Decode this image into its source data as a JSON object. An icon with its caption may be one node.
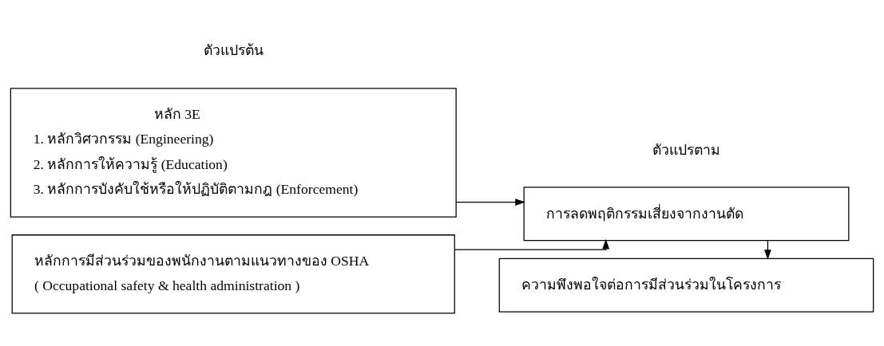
{
  "diagram": {
    "nodes": [
      {
        "text": [
          "หลัก 3E",
          "1. หลักวิศวกรรม (Engineering)",
          "2. หลักการให้ความรู้ (Education)",
          "3. หลักการบังคับใช้หรือให้ปฏิบัติตามกฎ (Enforcement)"
        ]
      },
      {
        "text": [
          "หลักการมีส่วนร่วมของพนักงานตามแนวทางของ OSHA",
          "( Occupational safety & health administration )"
        ]
      },
      {
        "text": [
          "การลดพฤติกรรมเสี่ยงจากงานตัด"
        ]
      },
      {
        "text": [
          "ความพึงพอใจต่อการมีส่วนร่วมในโครงการ"
        ]
      }
    ],
    "edges": [
      {
        "from": 0,
        "to": 2,
        "arrow": "to"
      },
      {
        "from": 1,
        "to": 2,
        "arrow": "to"
      },
      {
        "from": 2,
        "to": 3,
        "arrow": "to"
      }
    ],
    "labels": [
      "ตัวแปรต้น",
      "ตัวแปรตาม"
    ]
  }
}
